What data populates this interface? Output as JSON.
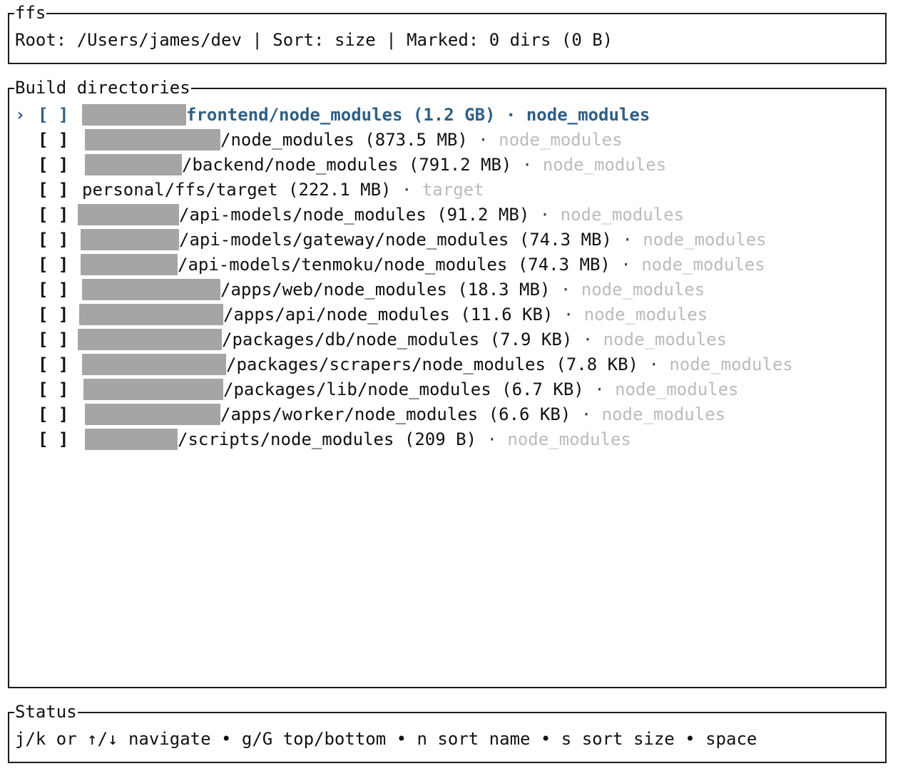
{
  "header": {
    "title": "ffs",
    "root_label": "Root:",
    "root_path": "/Users/james/dev",
    "sort_label": "Sort:",
    "sort_value": "size",
    "marked_label": "Marked:",
    "marked_value": "0 dirs (0 B)"
  },
  "list": {
    "title": "Build directories",
    "cursor_glyph": "›",
    "checkbox_unchecked": "[ ]",
    "separator": "·",
    "items": [
      {
        "path": "frontend/node_modules",
        "size": "(1.2 GB)",
        "kind": "node_modules",
        "selected": true
      },
      {
        "path": "/node_modules",
        "size": "(873.5 MB)",
        "kind": "node_modules",
        "selected": false
      },
      {
        "path": "/backend/node_modules",
        "size": "(791.2 MB)",
        "kind": "node_modules",
        "selected": false
      },
      {
        "path": "personal/ffs/target",
        "size": "(222.1 MB)",
        "kind": "target",
        "selected": false
      },
      {
        "path": "/api-models/node_modules",
        "size": "(91.2 MB)",
        "kind": "node_modules",
        "selected": false
      },
      {
        "path": "/api-models/gateway/node_modules",
        "size": "(74.3 MB)",
        "kind": "node_modules",
        "selected": false
      },
      {
        "path": "/api-models/tenmoku/node_modules",
        "size": "(74.3 MB)",
        "kind": "node_modules",
        "selected": false
      },
      {
        "path": "/apps/web/node_modules",
        "size": "(18.3 MB)",
        "kind": "node_modules",
        "selected": false
      },
      {
        "path": "/apps/api/node_modules",
        "size": "(11.6 KB)",
        "kind": "node_modules",
        "selected": false
      },
      {
        "path": "/packages/db/node_modules",
        "size": "(7.9 KB)",
        "kind": "node_modules",
        "selected": false
      },
      {
        "path": "/packages/scrapers/node_modules",
        "size": "(7.8 KB)",
        "kind": "node_modules",
        "selected": false
      },
      {
        "path": "/packages/lib/node_modules",
        "size": "(6.7 KB)",
        "kind": "node_modules",
        "selected": false
      },
      {
        "path": "/apps/worker/node_modules",
        "size": "(6.6 KB)",
        "kind": "node_modules",
        "selected": false
      },
      {
        "path": "/scripts/node_modules",
        "size": "(209 B)",
        "kind": "node_modules",
        "selected": false
      }
    ]
  },
  "status": {
    "title": "Status",
    "help_text": "j/k or ↑/↓ navigate • g/G top/bottom • n sort name • s sort size • space"
  },
  "colors": {
    "selected": "#2e5f86",
    "muted": "#bbbbbb",
    "redaction": "#a5a5a5"
  }
}
